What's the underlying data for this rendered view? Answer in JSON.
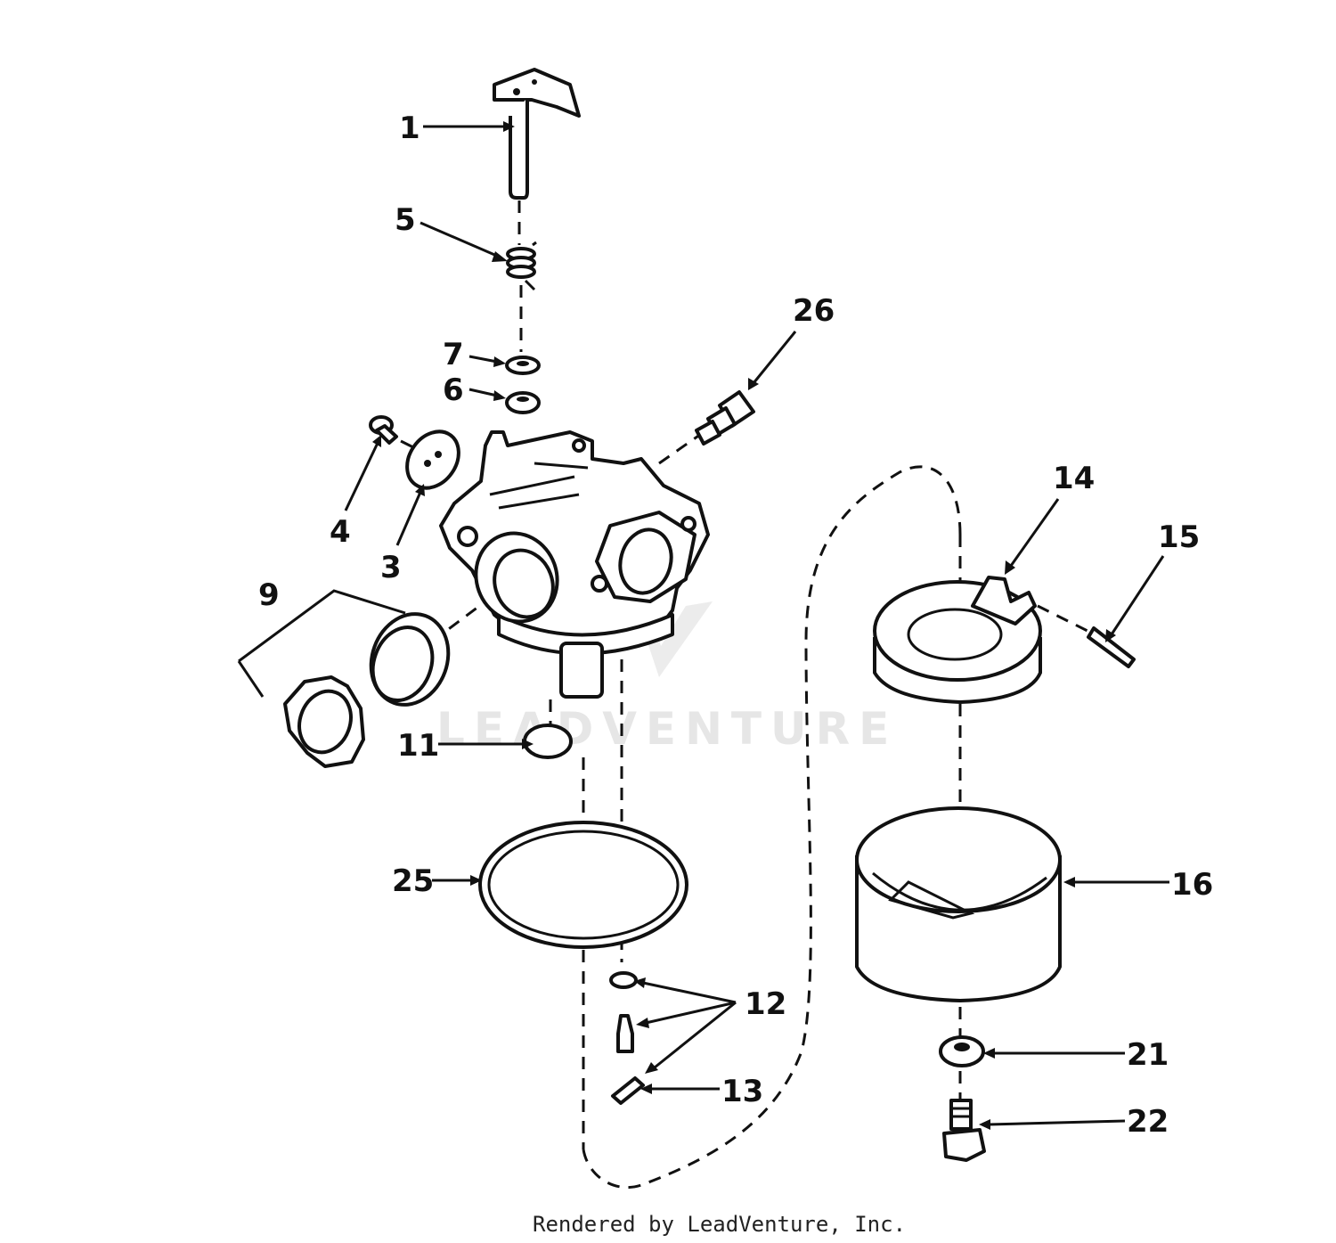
{
  "diagram": {
    "callouts": [
      {
        "id": "1",
        "text": "1"
      },
      {
        "id": "3",
        "text": "3"
      },
      {
        "id": "4",
        "text": "4"
      },
      {
        "id": "5",
        "text": "5"
      },
      {
        "id": "6",
        "text": "6"
      },
      {
        "id": "7",
        "text": "7"
      },
      {
        "id": "9",
        "text": "9"
      },
      {
        "id": "11",
        "text": "11"
      },
      {
        "id": "12",
        "text": "12"
      },
      {
        "id": "13",
        "text": "13"
      },
      {
        "id": "14",
        "text": "14"
      },
      {
        "id": "15",
        "text": "15"
      },
      {
        "id": "16",
        "text": "16"
      },
      {
        "id": "21",
        "text": "21"
      },
      {
        "id": "22",
        "text": "22"
      },
      {
        "id": "25",
        "text": "25"
      },
      {
        "id": "26",
        "text": "26"
      }
    ],
    "watermark": "LEADVENTURE",
    "credit": "Rendered by LeadVenture, Inc."
  }
}
